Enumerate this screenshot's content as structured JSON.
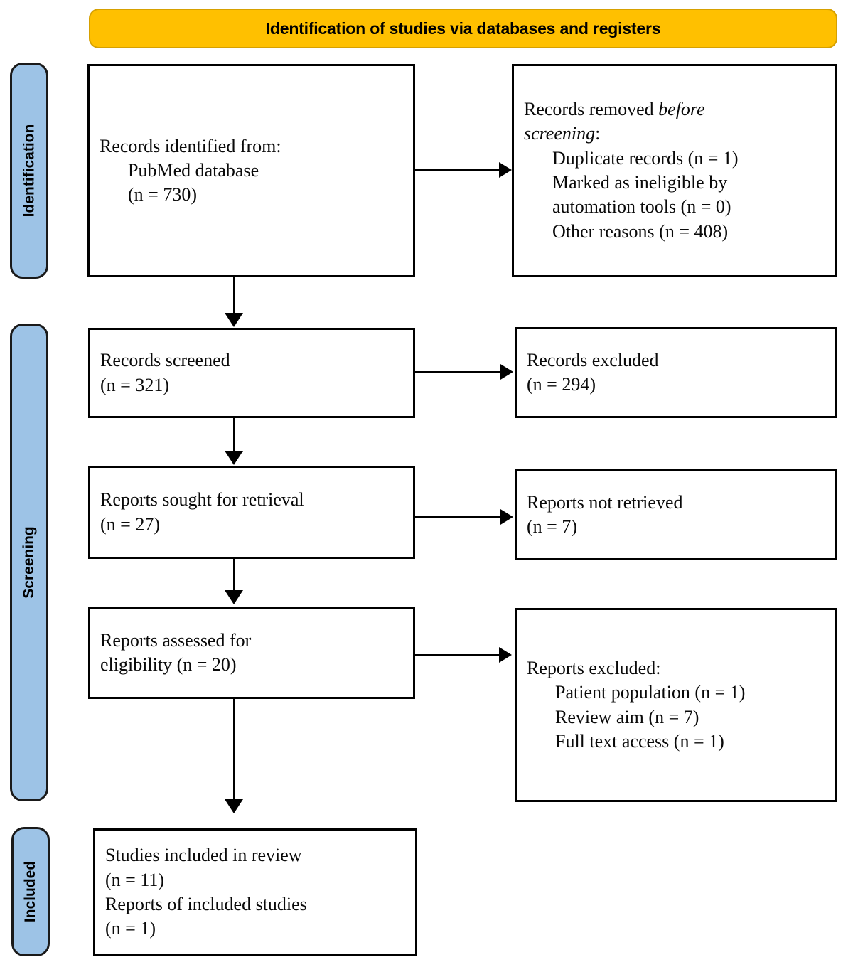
{
  "banner": {
    "title": "Identification of studies via databases and registers",
    "fill_color": "#FFC000",
    "border_color": "#D6A000"
  },
  "stages": [
    {
      "key": "identification",
      "label": "Identification",
      "fill_color": "#9DC3E6"
    },
    {
      "key": "screening",
      "label": "Screening",
      "fill_color": "#9DC3E6"
    },
    {
      "key": "included",
      "label": "Included",
      "fill_color": "#9DC3E6"
    }
  ],
  "boxes": {
    "records_identified": {
      "line1": "Records identified from:",
      "line2": "PubMed database",
      "line3": "(n = 730)"
    },
    "records_removed": {
      "line1_plain": "Records removed ",
      "line1_italic": "before",
      "line2_italic": "screening",
      "line2_plain": ":",
      "line3": "Duplicate records (n = 1)",
      "line4": "Marked as ineligible by",
      "line5": "automation tools (n = 0)",
      "line6": "Other reasons (n = 408)"
    },
    "records_screened": {
      "line1": "Records screened",
      "line2": "(n = 321)"
    },
    "records_excluded": {
      "line1": "Records excluded",
      "line2": "(n = 294)"
    },
    "reports_sought": {
      "line1": "Reports sought for retrieval",
      "line2": "(n = 27)"
    },
    "reports_not_retrieved": {
      "line1": "Reports not retrieved",
      "line2": "(n = 7)"
    },
    "reports_assessed": {
      "line1": "Reports assessed for",
      "line2": "eligibility (n = 20)"
    },
    "reports_excluded": {
      "line1": "Reports excluded:",
      "line2": "Patient population (n = 1)",
      "line3": "Review aim (n = 7)",
      "line4": "Full text access (n = 1)"
    },
    "studies_included": {
      "line1": "Studies included in review",
      "line2": "(n = 11)",
      "line3": "Reports of included studies",
      "line4": "(n = 1)"
    }
  },
  "chart_data": {
    "type": "diagram",
    "title": "Identification of studies via databases and registers",
    "nodes": [
      {
        "id": "records_identified",
        "stage": "Identification",
        "label": "Records identified from: PubMed database",
        "n": 730
      },
      {
        "id": "records_removed",
        "stage": "Identification",
        "label": "Records removed before screening",
        "breakdown": [
          {
            "label": "Duplicate records",
            "n": 1
          },
          {
            "label": "Marked as ineligible by automation tools",
            "n": 0
          },
          {
            "label": "Other reasons",
            "n": 408
          }
        ]
      },
      {
        "id": "records_screened",
        "stage": "Screening",
        "label": "Records screened",
        "n": 321
      },
      {
        "id": "records_excluded",
        "stage": "Screening",
        "label": "Records excluded",
        "n": 294
      },
      {
        "id": "reports_sought",
        "stage": "Screening",
        "label": "Reports sought for retrieval",
        "n": 27
      },
      {
        "id": "reports_not_retrieved",
        "stage": "Screening",
        "label": "Reports not retrieved",
        "n": 7
      },
      {
        "id": "reports_assessed",
        "stage": "Screening",
        "label": "Reports assessed for eligibility",
        "n": 20
      },
      {
        "id": "reports_excluded",
        "stage": "Screening",
        "label": "Reports excluded",
        "breakdown": [
          {
            "label": "Patient population",
            "n": 1
          },
          {
            "label": "Review aim",
            "n": 7
          },
          {
            "label": "Full text access",
            "n": 1
          }
        ]
      },
      {
        "id": "studies_included",
        "stage": "Included",
        "label": "Studies included in review",
        "n": 11
      },
      {
        "id": "reports_of_included",
        "stage": "Included",
        "label": "Reports of included studies",
        "n": 1
      }
    ],
    "edges": [
      {
        "from": "records_identified",
        "to": "records_removed",
        "direction": "right"
      },
      {
        "from": "records_identified",
        "to": "records_screened",
        "direction": "down"
      },
      {
        "from": "records_screened",
        "to": "records_excluded",
        "direction": "right"
      },
      {
        "from": "records_screened",
        "to": "reports_sought",
        "direction": "down"
      },
      {
        "from": "reports_sought",
        "to": "reports_not_retrieved",
        "direction": "right"
      },
      {
        "from": "reports_sought",
        "to": "reports_assessed",
        "direction": "down"
      },
      {
        "from": "reports_assessed",
        "to": "reports_excluded",
        "direction": "right"
      },
      {
        "from": "reports_assessed",
        "to": "studies_included",
        "direction": "down"
      }
    ]
  }
}
